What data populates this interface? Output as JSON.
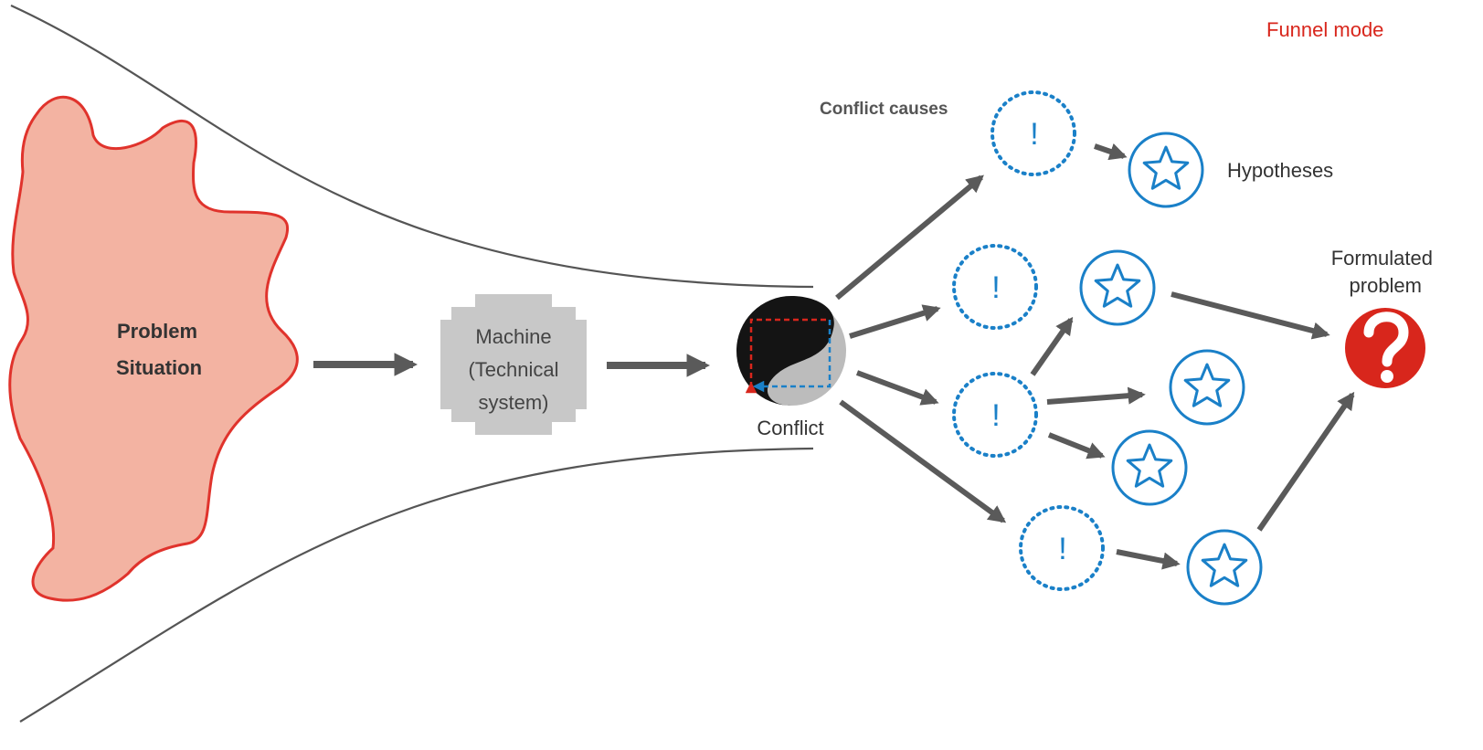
{
  "title": "Funnel mode",
  "problem_situation": {
    "line1": "Problem",
    "line2": "Situation"
  },
  "machine": {
    "line1": "Machine",
    "line2": "(Technical",
    "line3": "system)"
  },
  "conflict_label": "Conflict",
  "conflict_causes_label": "Conflict causes",
  "hypotheses_label": "Hypotheses",
  "formulated_problem": {
    "line1": "Formulated",
    "line2": "problem"
  },
  "cause_symbol": "!",
  "colors": {
    "title_red": "#d8261c",
    "problem_fill": "#f3b3a2",
    "problem_stroke": "#e0332c",
    "machine_fill": "#c8c8c8",
    "arrow_gray": "#5a5a5a",
    "funnel_line": "#555555",
    "node_blue": "#1a80c8",
    "question_red": "#d8261c",
    "label_gray": "#555555",
    "text_dark": "#333333"
  },
  "icons": [
    "problem-blob",
    "machine-gear",
    "conflict-yin-yang-icon",
    "exclamation-icon",
    "star-icon",
    "question-mark-icon"
  ]
}
